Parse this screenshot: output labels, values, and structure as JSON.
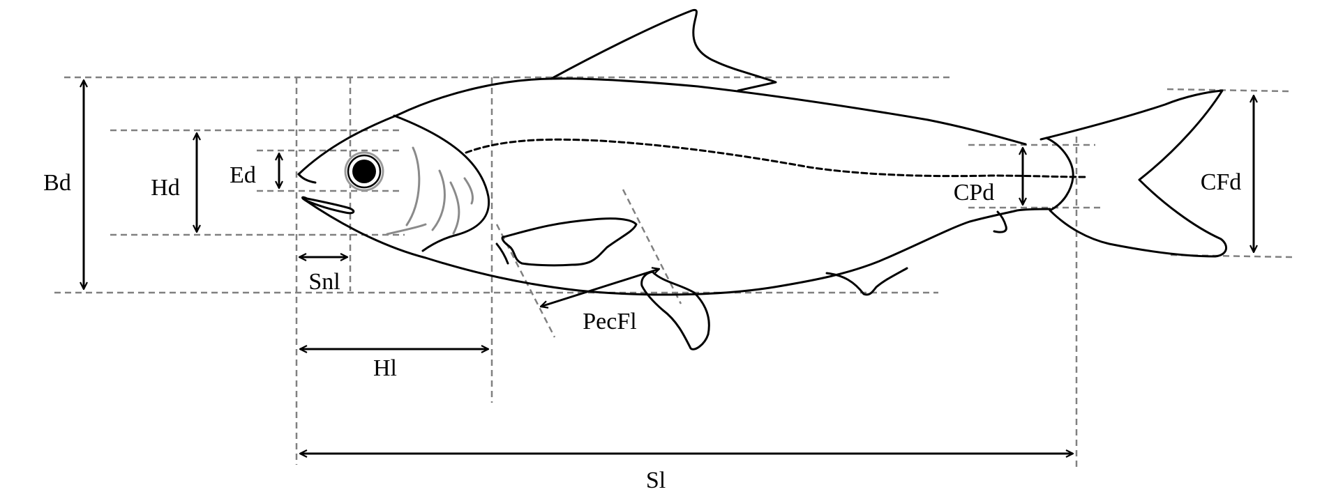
{
  "labels": {
    "bd": "Bd",
    "hd": "Hd",
    "ed": "Ed",
    "snl": "Snl",
    "hl": "Hl",
    "pecfl": "PecFl",
    "cpd": "CPd",
    "cfd": "CFd",
    "sl": "Sl"
  },
  "colors": {
    "outline": "#000000",
    "guide_lines": "#808080",
    "gill_lines": "#8a8a8a",
    "background": "#ffffff"
  }
}
